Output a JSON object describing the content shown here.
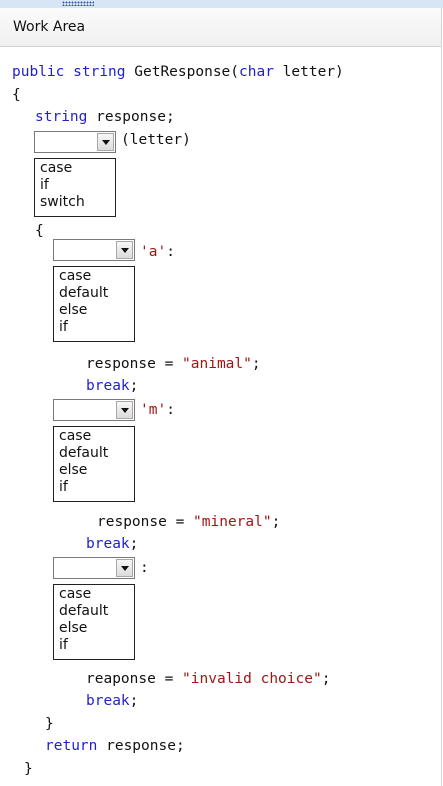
{
  "header": {
    "title": "Work Area"
  },
  "code": {
    "l1_kw1": "public",
    "l1_kw2": "string",
    "l1_name": "GetResponse(",
    "l1_kw3": "char",
    "l1_rest": " letter)",
    "open_brace": "{",
    "l2_kw": "string",
    "l2_rest": " response;",
    "l3_rest": "(letter)",
    "block_open": "{",
    "case_a": "'a'",
    "colon": ":",
    "resp_a_lhs": "response = ",
    "resp_a_str": "\"animal\"",
    "semi": ";",
    "break": "break",
    "case_m": "'m'",
    "resp_m_lhs": "response = ",
    "resp_m_str": "\"mineral\"",
    "resp_inv_lhs": "reaponse = ",
    "resp_inv_str": "\"invalid choice\"",
    "block_close": "}",
    "return_kw": "return",
    "return_rest": " response;",
    "close_brace": "}"
  },
  "dropdowns": {
    "d1": {
      "value": "",
      "options": [
        "case",
        "if",
        "switch"
      ]
    },
    "d2": {
      "value": "",
      "options": [
        "case",
        "default",
        "else",
        "if"
      ]
    },
    "d3": {
      "value": "",
      "options": [
        "case",
        "default",
        "else",
        "if"
      ]
    },
    "d4": {
      "value": "",
      "options": [
        "case",
        "default",
        "else",
        "if"
      ]
    }
  },
  "colors": {
    "keyword": "#1f1fd0",
    "string": "#a31515",
    "text": "#111111"
  }
}
